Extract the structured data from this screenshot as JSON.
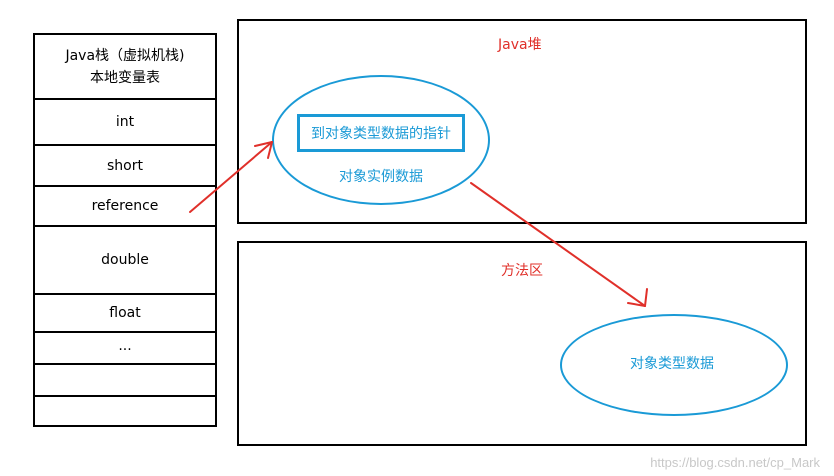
{
  "stack": {
    "title_line1": "Java栈（虚拟机栈)",
    "title_line2": "本地变量表",
    "rows": [
      "int",
      "short",
      "reference",
      "double",
      "float",
      "...",
      "",
      ""
    ]
  },
  "heap": {
    "title": "Java堆",
    "pointer_label": "到对象类型数据的指针",
    "instance_label": "对象实例数据"
  },
  "method_area": {
    "title": "方法区",
    "type_data_label": "对象类型数据"
  },
  "watermark": "https://blog.csdn.net/cp_Mark",
  "colors": {
    "arrow": "#e0302a",
    "ellipse": "#1a9ad6",
    "title": "#e0302a"
  }
}
